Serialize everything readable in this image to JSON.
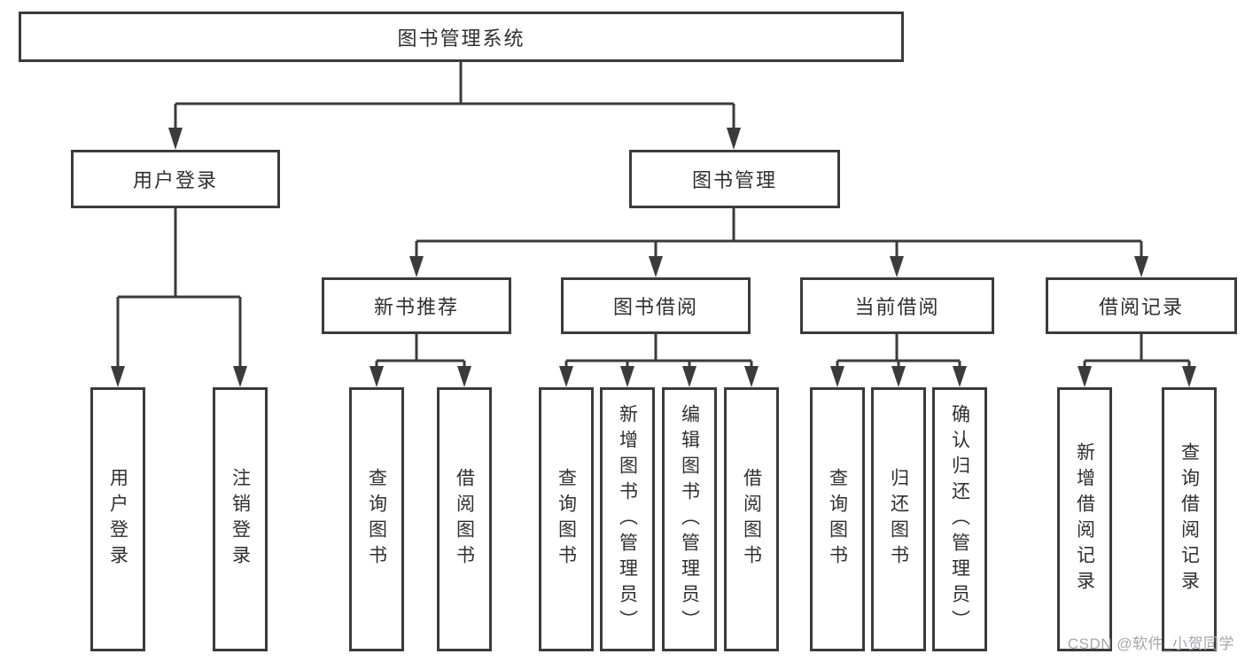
{
  "diagram": {
    "title": "图书管理系统",
    "level2": {
      "user_login": "用户登录",
      "book_mgmt": "图书管理"
    },
    "level3": {
      "new_book": "新书推荐",
      "book_borrow": "图书借阅",
      "current_borrow": "当前借阅",
      "borrow_record": "借阅记录"
    },
    "leaves": {
      "user_login": [
        "用户登录",
        "注销登录"
      ],
      "new_book": [
        "查询图书",
        "借阅图书"
      ],
      "book_borrow": [
        "查询图书",
        "新增图书（管理员）",
        "编辑图书（管理员）",
        "借阅图书"
      ],
      "current_borrow": [
        "查询图书",
        "归还图书",
        "确认归还（管理员）"
      ],
      "borrow_record": [
        "新增借阅记录",
        "查询借阅记录"
      ]
    }
  },
  "watermark": {
    "text": "CSDN @软件_小贺同学"
  },
  "colors": {
    "line": "#3b3b3b",
    "text": "#2f2f2f",
    "watermark": "#a6a6ad",
    "background": "#ffffff"
  }
}
